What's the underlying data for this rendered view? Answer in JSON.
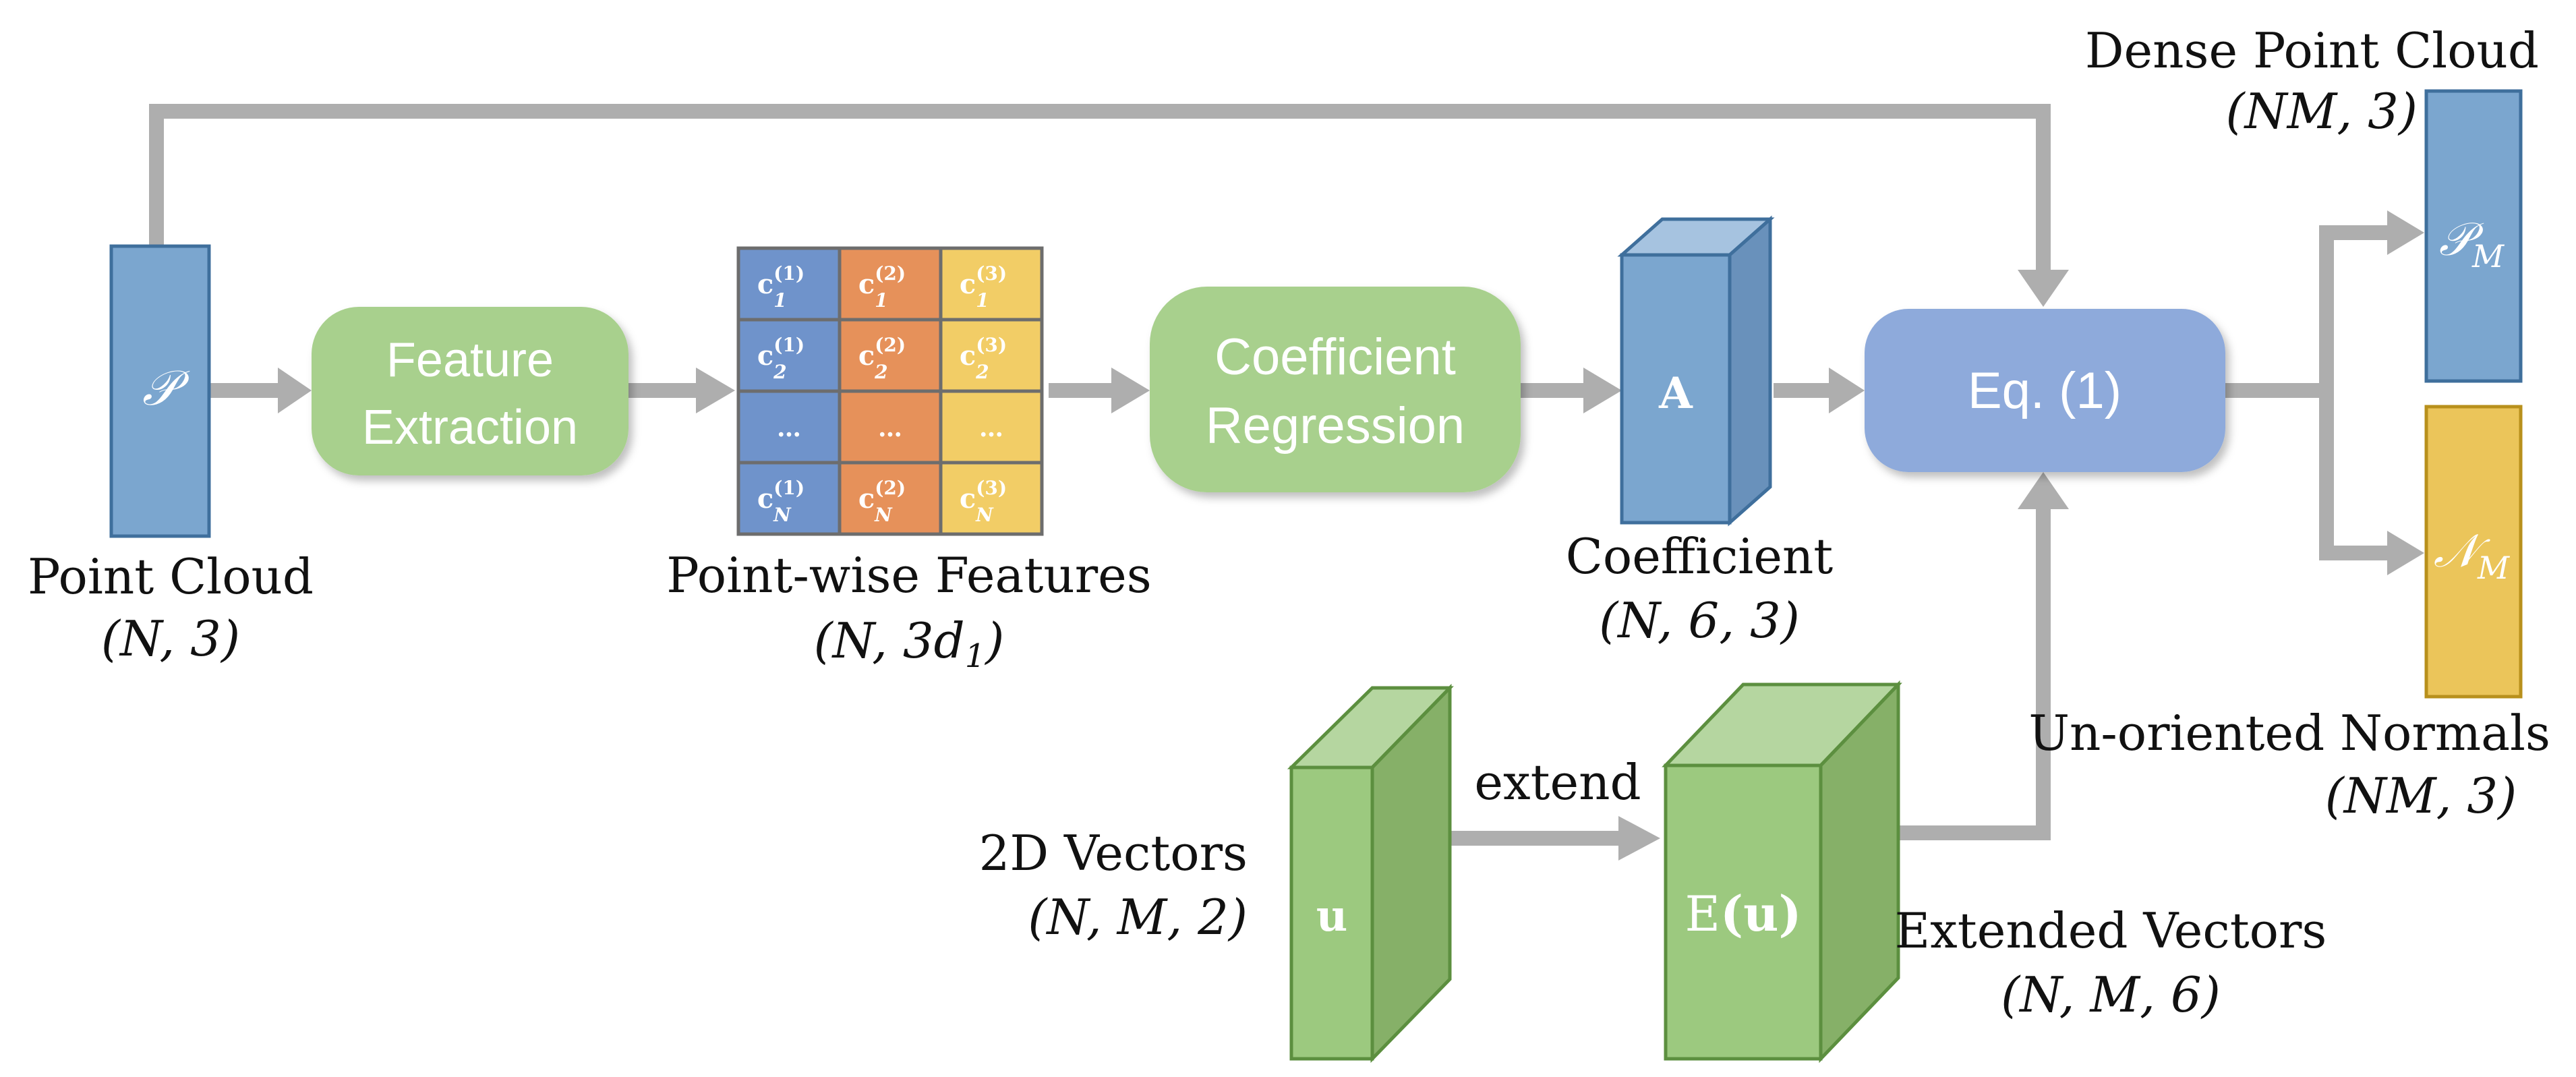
{
  "labels": {
    "point_cloud": "Point Cloud",
    "point_cloud_dim": "(N, 3)",
    "point_wise_features": "Point-wise Features",
    "point_wise_features_dim": "(N, 3d",
    "point_wise_features_dim_sub": "1",
    "point_wise_features_dim_end": ")",
    "coefficient": "Coefficient",
    "coefficient_dim": "(N, 6, 3)",
    "dense_point_cloud": "Dense Point Cloud",
    "dense_point_cloud_dim": "(NM, 3)",
    "unoriented_normals": "Un-oriented Normals",
    "unoriented_normals_dim": "(NM, 3)",
    "vectors_2d": "2D Vectors",
    "vectors_2d_dim": "(N, M, 2)",
    "extended_vectors": "Extended Vectors",
    "extended_vectors_dim": "(N, M, 6)",
    "extend": "extend"
  },
  "boxes": {
    "feature_extraction_line1": "Feature",
    "feature_extraction_line2": "Extraction",
    "coefficient_regression_line1": "Coefficient",
    "coefficient_regression_line2": "Regression",
    "equation": "Eq. (1)"
  },
  "symbols": {
    "P": "𝒫",
    "PM_base": "𝒫",
    "PM_sub": "M",
    "NM_base": "𝒩",
    "NM_sub": "M",
    "A": "A",
    "u": "u",
    "Eu_E": "E",
    "Eu_arg": "(u)"
  },
  "feature_grid": {
    "rows": [
      [
        "c",
        "1",
        "(1)",
        "c",
        "1",
        "(2)",
        "c",
        "1",
        "(3)"
      ],
      [
        "c",
        "2",
        "(1)",
        "c",
        "2",
        "(2)",
        "c",
        "2",
        "(3)"
      ],
      [
        "…",
        "",
        "",
        "…",
        "",
        "",
        "…",
        "",
        ""
      ],
      [
        "c",
        "N",
        "(1)",
        "c",
        "N",
        "(2)",
        "c",
        "N",
        "(3)"
      ]
    ]
  },
  "colors": {
    "blue_block": "#7ba6cf",
    "blue_block_stroke": "#3f6f9c",
    "green_box": "#a8d08d",
    "green_block": "#9cc97f",
    "green_block_stroke": "#5c8f3f",
    "eq_box": "#8eaadb",
    "yellow_block": "#ebc55a",
    "yellow_block_stroke": "#b8901c",
    "orange_cell": "#e6915a",
    "yellow_cell": "#f2cd66",
    "blue_cell": "#6f93cb",
    "arrow": "#aeaeae"
  }
}
